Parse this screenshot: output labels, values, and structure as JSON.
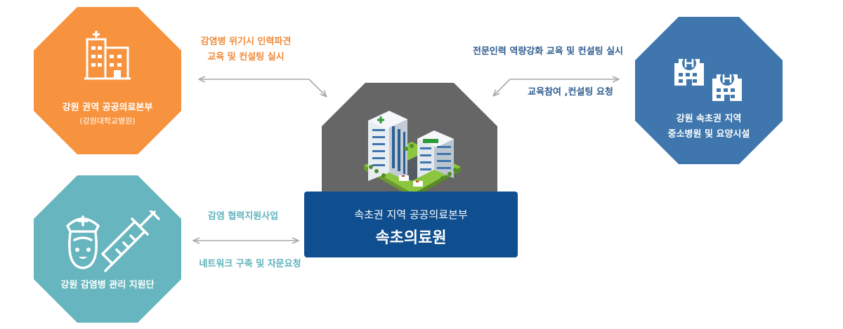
{
  "nodes": {
    "top_left": {
      "title": "강원 권역 공공의료본부",
      "subtitle": "(강원대학교병원)",
      "color": "#f7933f"
    },
    "top_right": {
      "line1": "강원 속초권 지역",
      "line2": "중소병원 및 요양시설",
      "color": "#3e76ad"
    },
    "bottom_left": {
      "title": "강원 감염병 관리 지원단",
      "color": "#67b5be"
    },
    "center": {
      "subtitle": "속초권 지역 공공의료본부",
      "title": "속초의료원",
      "color": "#0f4f8f",
      "top_color": "#666666"
    }
  },
  "links": {
    "top_left": {
      "line1": "감염병 위기시 인력파견",
      "line2": "교육 및 컨설팅 실시"
    },
    "top_right": {
      "outgoing": "전문인력 역량강화 교육 및 컨설팅 실시",
      "incoming": "교육참여 ,컨설팅 요청"
    },
    "bottom_left": {
      "upper": "감염 협력지원사업",
      "lower": "네트워크 구축 및 자문요청"
    }
  },
  "icons": {
    "top_left": "hospital-building-icon",
    "top_right": "hospital-buildings-icon",
    "bottom_left": "nurse-syringe-icon",
    "center": "hospital-campus-illustration"
  }
}
